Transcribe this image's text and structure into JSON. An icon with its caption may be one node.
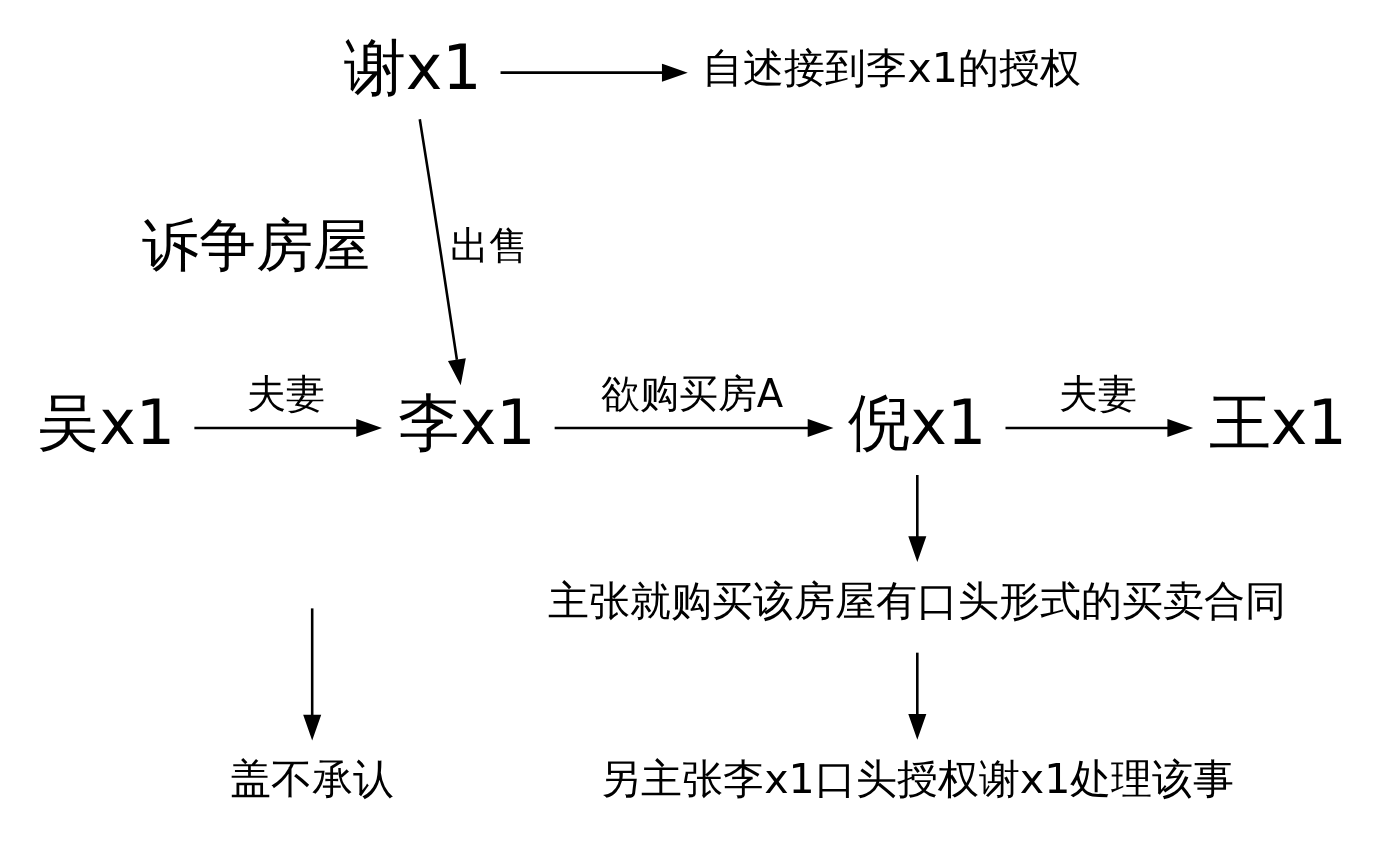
{
  "diagram": {
    "nodes": [
      {
        "text": [
          "谢x1"
        ]
      },
      {
        "text": [
          "自述接到李x1的授权"
        ]
      },
      {
        "text": [
          "诉争房屋"
        ]
      },
      {
        "text": [
          "吴x1"
        ]
      },
      {
        "text": [
          "李x1"
        ]
      },
      {
        "text": [
          "盖不承认"
        ]
      },
      {
        "text": [
          "倪x1"
        ]
      },
      {
        "text": [
          "王x1"
        ]
      },
      {
        "text": [
          "主张就购买该房屋有口头形式的买卖合同"
        ]
      },
      {
        "text": [
          "另主张李x1口头授权谢x1处理该事"
        ]
      }
    ],
    "edges": [
      {
        "from": 0,
        "to": 1,
        "arrow": "to"
      },
      {
        "from": 0,
        "to": 4,
        "label": "出售",
        "arrow": "to"
      },
      {
        "from": 3,
        "to": 4,
        "label": "夫妻",
        "arrow": "to"
      },
      {
        "from": null,
        "to": 5,
        "arrow": "to"
      },
      {
        "from": 4,
        "to": 6,
        "label": "欲购买房A",
        "arrow": "to"
      },
      {
        "from": 6,
        "to": 7,
        "label": "夫妻",
        "arrow": "to"
      },
      {
        "from": 6,
        "to": 8,
        "arrow": "to"
      },
      {
        "from": 8,
        "to": 9,
        "arrow": "to"
      }
    ]
  }
}
